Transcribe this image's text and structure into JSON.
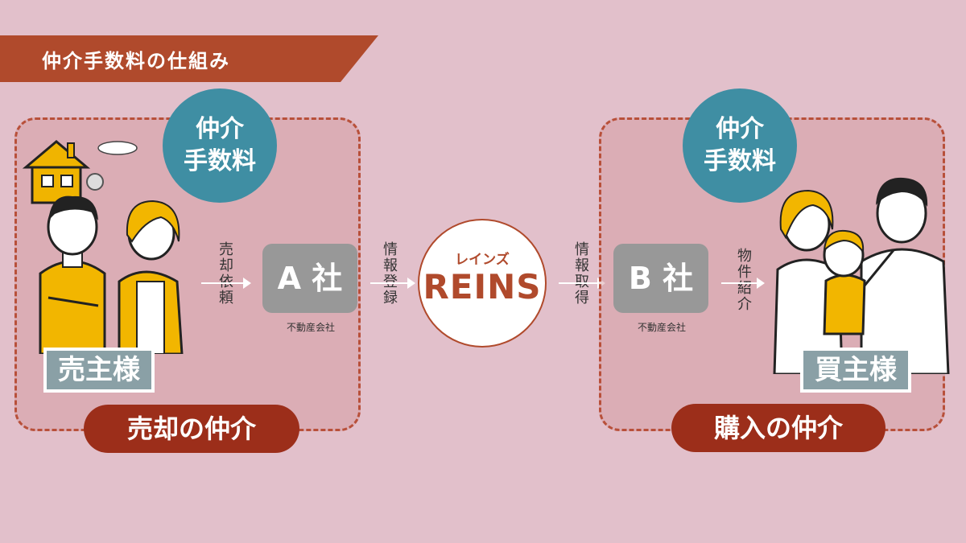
{
  "title": "仲介手数料の仕組み",
  "left": {
    "fee_line1": "仲介",
    "fee_line2": "手数料",
    "person_label": "売主様",
    "role": "売却の仲介",
    "arrow_text": "売却依頼",
    "company": "A 社",
    "company_sub": "不動産会社",
    "arrow_to_reins": "情報登録"
  },
  "reins": {
    "kana": "レインズ",
    "name": "REINS"
  },
  "right": {
    "arrow_from_reins": "情報取得",
    "company": "B 社",
    "company_sub": "不動産会社",
    "arrow_text": "物件紹介",
    "fee_line1": "仲介",
    "fee_line2": "手数料",
    "person_label": "買主様",
    "role": "購入の仲介"
  },
  "colors": {
    "background": "#e2c0cb",
    "banner": "#b04a2c",
    "fee_circle": "#3f8ea3",
    "role_pill": "#9c2e1a",
    "company_box": "#989898",
    "label_box": "#8aa0a6"
  }
}
